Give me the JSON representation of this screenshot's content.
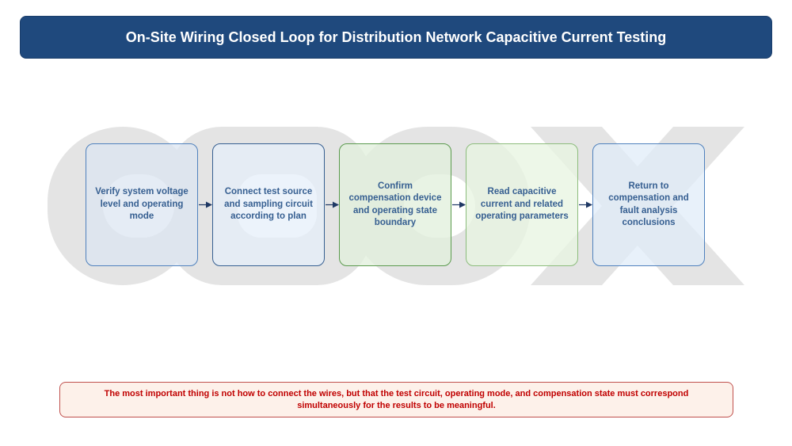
{
  "title": "On-Site Wiring Closed Loop for Distribution Network Capacitive Current Testing",
  "steps": [
    {
      "label": "Verify system voltage level and operating mode"
    },
    {
      "label": "Connect test source and sampling circuit according to plan"
    },
    {
      "label": "Confirm compensation device and operating state boundary"
    },
    {
      "label": "Read capacitive current and related operating parameters"
    },
    {
      "label": "Return to compensation and fault analysis conclusions"
    }
  ],
  "note": "The most important thing is not how to connect the wires, but that the test circuit, operating mode, and compensation state must correspond simultaneously for the results to be meaningful.",
  "colors": {
    "title_bg": "#1f497d",
    "step_text": "#365f91",
    "arrow": "#1f3864",
    "note_border": "#c0504d",
    "note_text": "#c00000",
    "note_bg": "#fdf1ea"
  }
}
